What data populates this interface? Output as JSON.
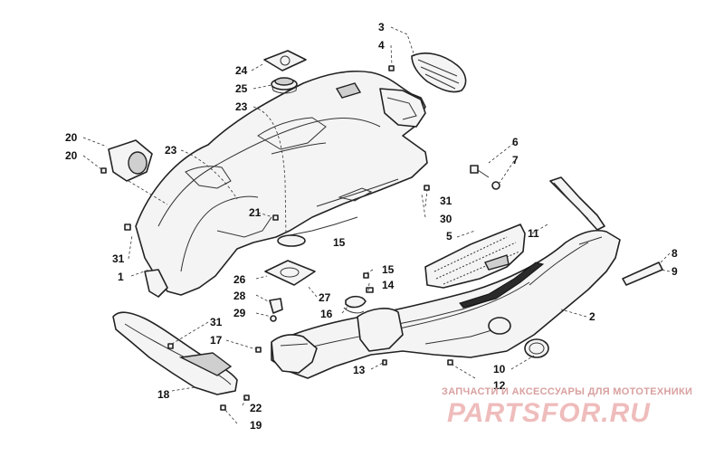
{
  "callouts": [
    {
      "id": "c1",
      "label": "1"
    },
    {
      "id": "c2",
      "label": "2"
    },
    {
      "id": "c3",
      "label": "3"
    },
    {
      "id": "c4",
      "label": "4"
    },
    {
      "id": "c5",
      "label": "5"
    },
    {
      "id": "c6",
      "label": "6"
    },
    {
      "id": "c7",
      "label": "7"
    },
    {
      "id": "c8",
      "label": "8"
    },
    {
      "id": "c9",
      "label": "9"
    },
    {
      "id": "c10",
      "label": "10"
    },
    {
      "id": "c11",
      "label": "11"
    },
    {
      "id": "c12",
      "label": "12"
    },
    {
      "id": "c13",
      "label": "13"
    },
    {
      "id": "c14",
      "label": "14"
    },
    {
      "id": "c15a",
      "label": "15"
    },
    {
      "id": "c15b",
      "label": "15"
    },
    {
      "id": "c16",
      "label": "16"
    },
    {
      "id": "c17",
      "label": "17"
    },
    {
      "id": "c18",
      "label": "18"
    },
    {
      "id": "c19",
      "label": "19"
    },
    {
      "id": "c20a",
      "label": "20"
    },
    {
      "id": "c20b",
      "label": "20"
    },
    {
      "id": "c21",
      "label": "21"
    },
    {
      "id": "c22",
      "label": "22"
    },
    {
      "id": "c23a",
      "label": "23"
    },
    {
      "id": "c23b",
      "label": "23"
    },
    {
      "id": "c24",
      "label": "24"
    },
    {
      "id": "c25",
      "label": "25"
    },
    {
      "id": "c26",
      "label": "26"
    },
    {
      "id": "c27",
      "label": "27"
    },
    {
      "id": "c28",
      "label": "28"
    },
    {
      "id": "c29",
      "label": "29"
    },
    {
      "id": "c30",
      "label": "30"
    },
    {
      "id": "c31a",
      "label": "31"
    },
    {
      "id": "c31b",
      "label": "31"
    },
    {
      "id": "c31c",
      "label": "31"
    }
  ],
  "watermark": {
    "tagline": "ЗАПЧАСТИ И АКСЕССУАРЫ ДЛЯ МОТОТЕХНИКИ",
    "logo": "PARTSFOR.RU"
  },
  "colors": {
    "line": "#222222",
    "fill": "#f4f4f4",
    "watermark": "#e8a8a8"
  }
}
